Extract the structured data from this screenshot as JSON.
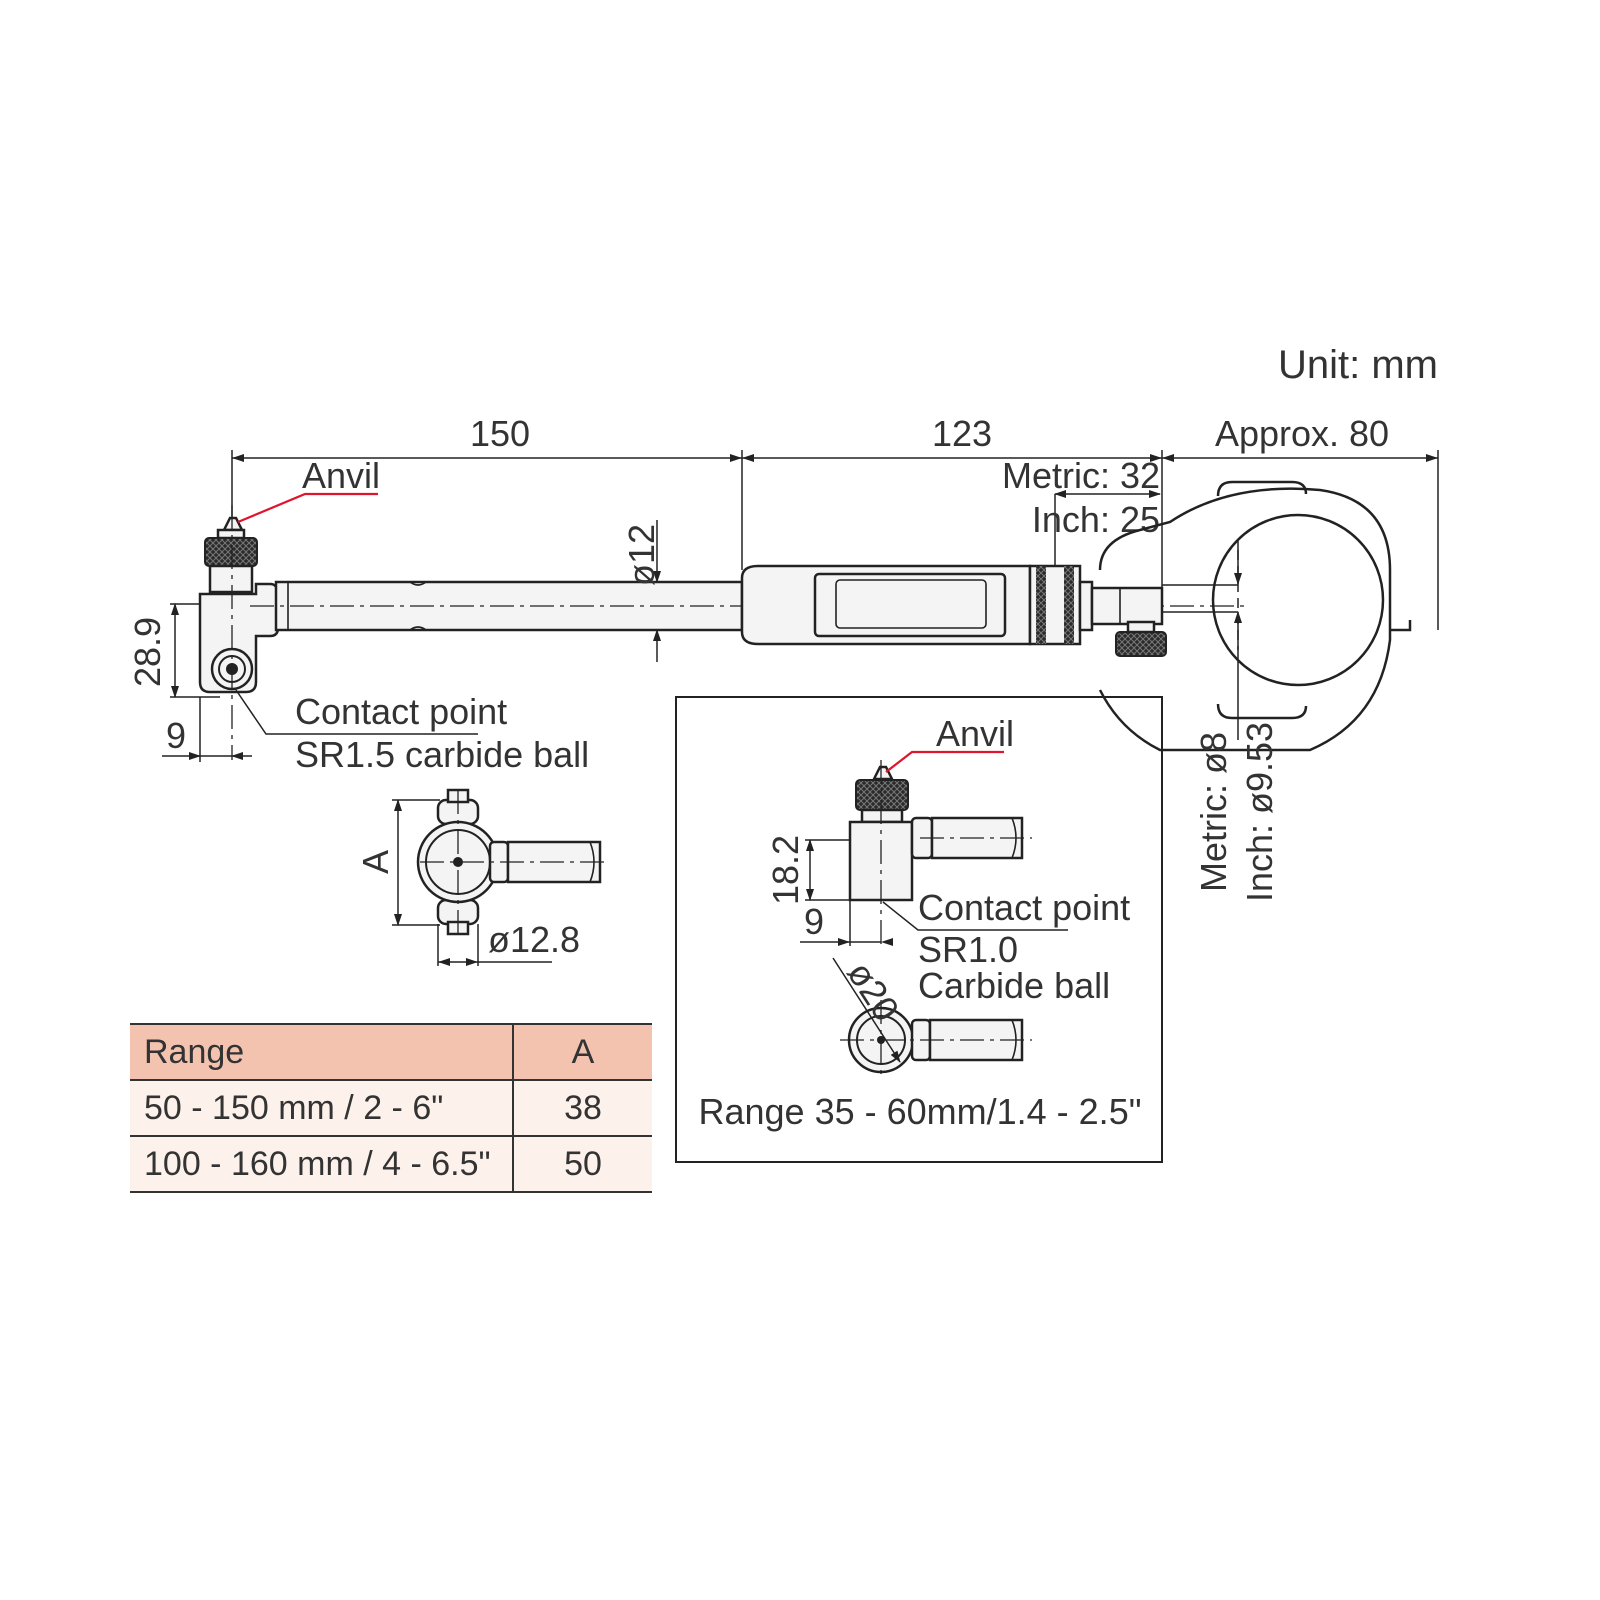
{
  "unit_label": "Unit: mm",
  "main_view": {
    "dim_overall_left": "150",
    "dim_middle": "123",
    "dim_right": "Approx. 80",
    "dim_metric_top": "Metric: 32",
    "dim_inch_top": "Inch: 25",
    "dim_rod_diameter": "ø12",
    "dim_head_height": "28.9",
    "dim_contact_offset": "9",
    "anvil_label": "Anvil",
    "contact_label_1": "Contact point",
    "contact_label_2": "SR1.5  carbide ball",
    "dim_metric_stem": "Metric: ø8",
    "dim_inch_stem": "Inch: ø9.53"
  },
  "head_view": {
    "dim_a": "A",
    "dim_diameter": "ø12.8"
  },
  "spec_table": {
    "headers": [
      "Range",
      "A"
    ],
    "rows": [
      [
        "50 - 150 mm / 2 - 6\"",
        "38"
      ],
      [
        "100 - 160 mm / 4 - 6.5\"",
        "50"
      ]
    ]
  },
  "inset": {
    "anvil_label": "Anvil",
    "dim_height": "18.2",
    "dim_offset": "9",
    "contact_label_1": "Contact point",
    "contact_label_2": "SR1.0",
    "contact_label_3": "Carbide ball",
    "dim_diameter": "ø20",
    "range_caption": "Range 35 - 60mm/1.4 - 2.5\""
  },
  "colors": {
    "leader_red": "#e0142c",
    "table_header": "#f3c3b0",
    "table_row": "#fdf1ec"
  }
}
